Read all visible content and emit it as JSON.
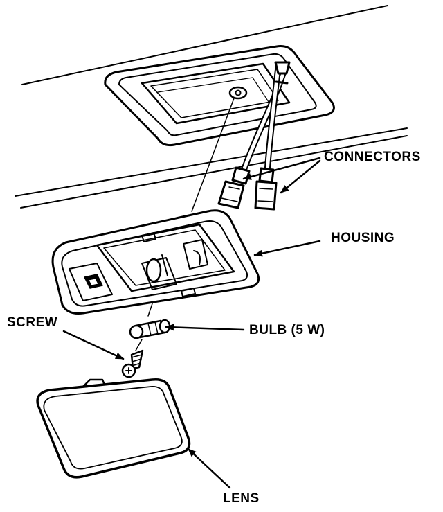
{
  "diagram": {
    "labels": {
      "connectors": "CONNECTORS",
      "housing": "HOUSING",
      "screw": "SCREW",
      "bulb": "BULB (5 W)",
      "lens": "LENS"
    },
    "colors": {
      "ink": "#000000",
      "paper": "#ffffff",
      "fill_shade": "#f2f2f2"
    }
  }
}
